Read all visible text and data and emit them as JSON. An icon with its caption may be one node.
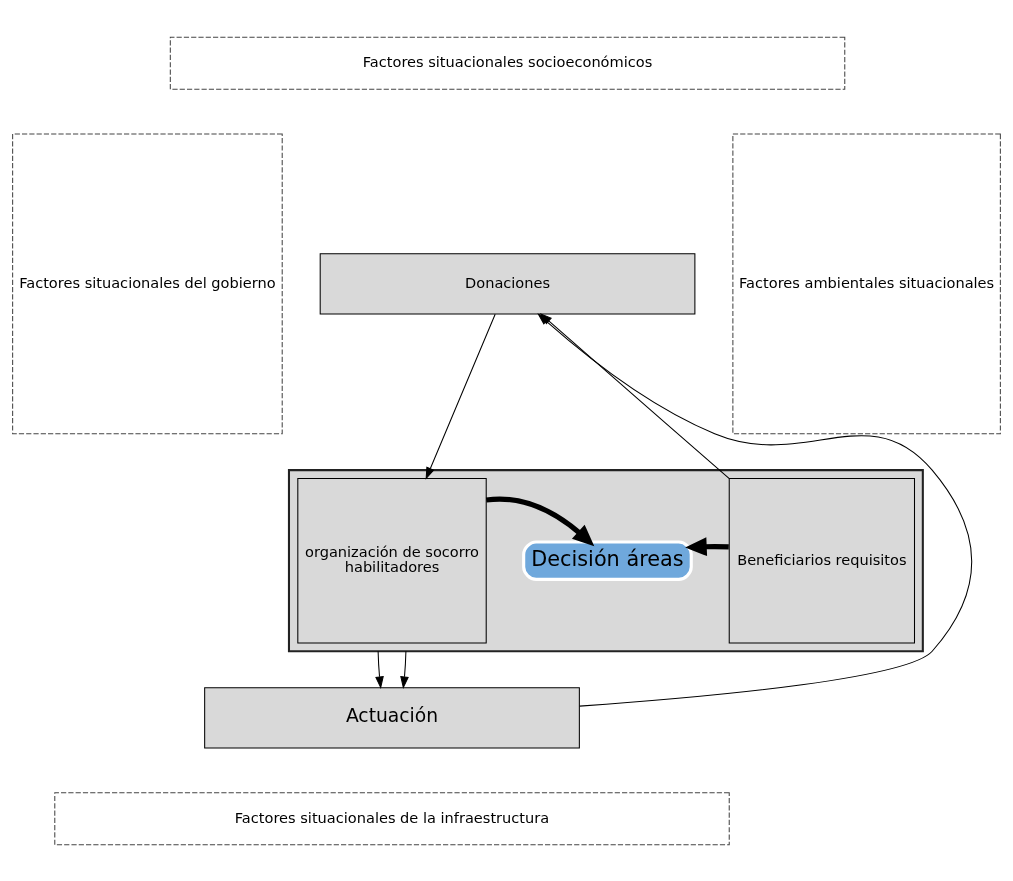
{
  "diagram": {
    "nodes": [
      {
        "text": [
          "Factores situacionales socioeconómicos"
        ]
      },
      {
        "text": [
          "Factores situacionales del gobierno"
        ]
      },
      {
        "text": [
          "Factores ambientales situacionales"
        ]
      },
      {
        "text": [
          "Factores situacionales de la infraestructura"
        ]
      },
      {
        "text": [
          "Donaciones"
        ]
      },
      {
        "text": [],
        "shape": "box"
      },
      {
        "text": [
          "organización de socorro",
          "habilitadores"
        ],
        "in": 5
      },
      {
        "text": [
          "Decisión áreas"
        ],
        "in": 5
      },
      {
        "text": [
          "Beneficiarios requisitos"
        ],
        "in": 5
      },
      {
        "text": [
          "Actuación"
        ]
      }
    ],
    "edges": [
      {
        "from": 4,
        "to": 6,
        "arrow": "to"
      },
      {
        "from": 8,
        "to": 4,
        "arrow": "to"
      },
      {
        "from": 6,
        "to": 7,
        "arrow": "to",
        "style": "thick"
      },
      {
        "from": 8,
        "to": 7,
        "arrow": "to",
        "style": "thick"
      },
      {
        "from": 5,
        "to": 9,
        "arrow": "to"
      },
      {
        "from": 5,
        "to": 9,
        "arrow": "to"
      },
      {
        "from": 9,
        "to": 4,
        "arrow": "to"
      }
    ]
  }
}
